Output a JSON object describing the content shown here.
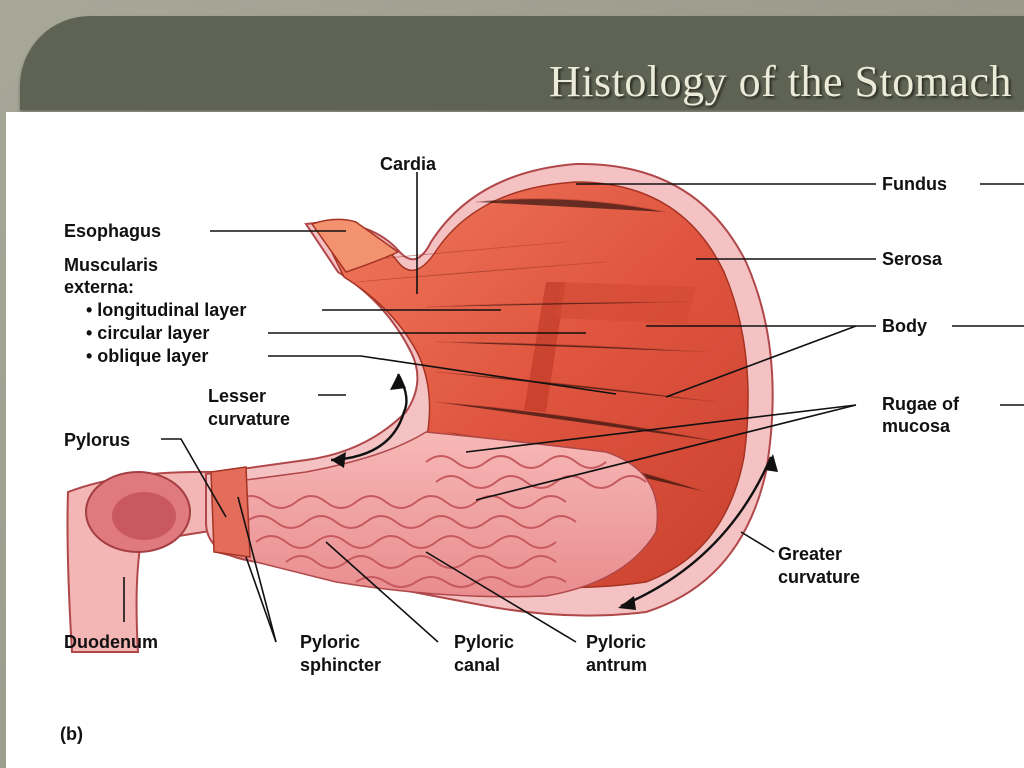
{
  "slide": {
    "title": "Histology of the Stomach"
  },
  "figure": {
    "panel_label": "(b)",
    "labels": {
      "cardia": "Cardia",
      "fundus": "Fundus",
      "esophagus": "Esophagus",
      "serosa": "Serosa",
      "muscularis_line1": "Muscularis",
      "muscularis_line2": "externa:",
      "longitudinal": "• longitudinal layer",
      "circular": "• circular layer",
      "oblique": "• oblique layer",
      "body": "Body",
      "rugae_line1": "Rugae of",
      "rugae_line2": "mucosa",
      "lesser_line1": "Lesser",
      "lesser_line2": "curvature",
      "pylorus": "Pylorus",
      "greater_line1": "Greater",
      "greater_line2": "curvature",
      "duodenum": "Duodenum",
      "pyloric_sphincter_line1": "Pyloric",
      "pyloric_sphincter_line2": "sphincter",
      "pyloric_canal_line1": "Pyloric",
      "pyloric_canal_line2": "canal",
      "pyloric_antrum_line1": "Pyloric",
      "pyloric_antrum_line2": "antrum"
    }
  },
  "colors": {
    "header_bg": "#5f6353",
    "title_text": "#ecebd9",
    "muscle": "#e0553f",
    "mucosa": "#f2a3a3",
    "serosa": "#f5c2c4"
  }
}
